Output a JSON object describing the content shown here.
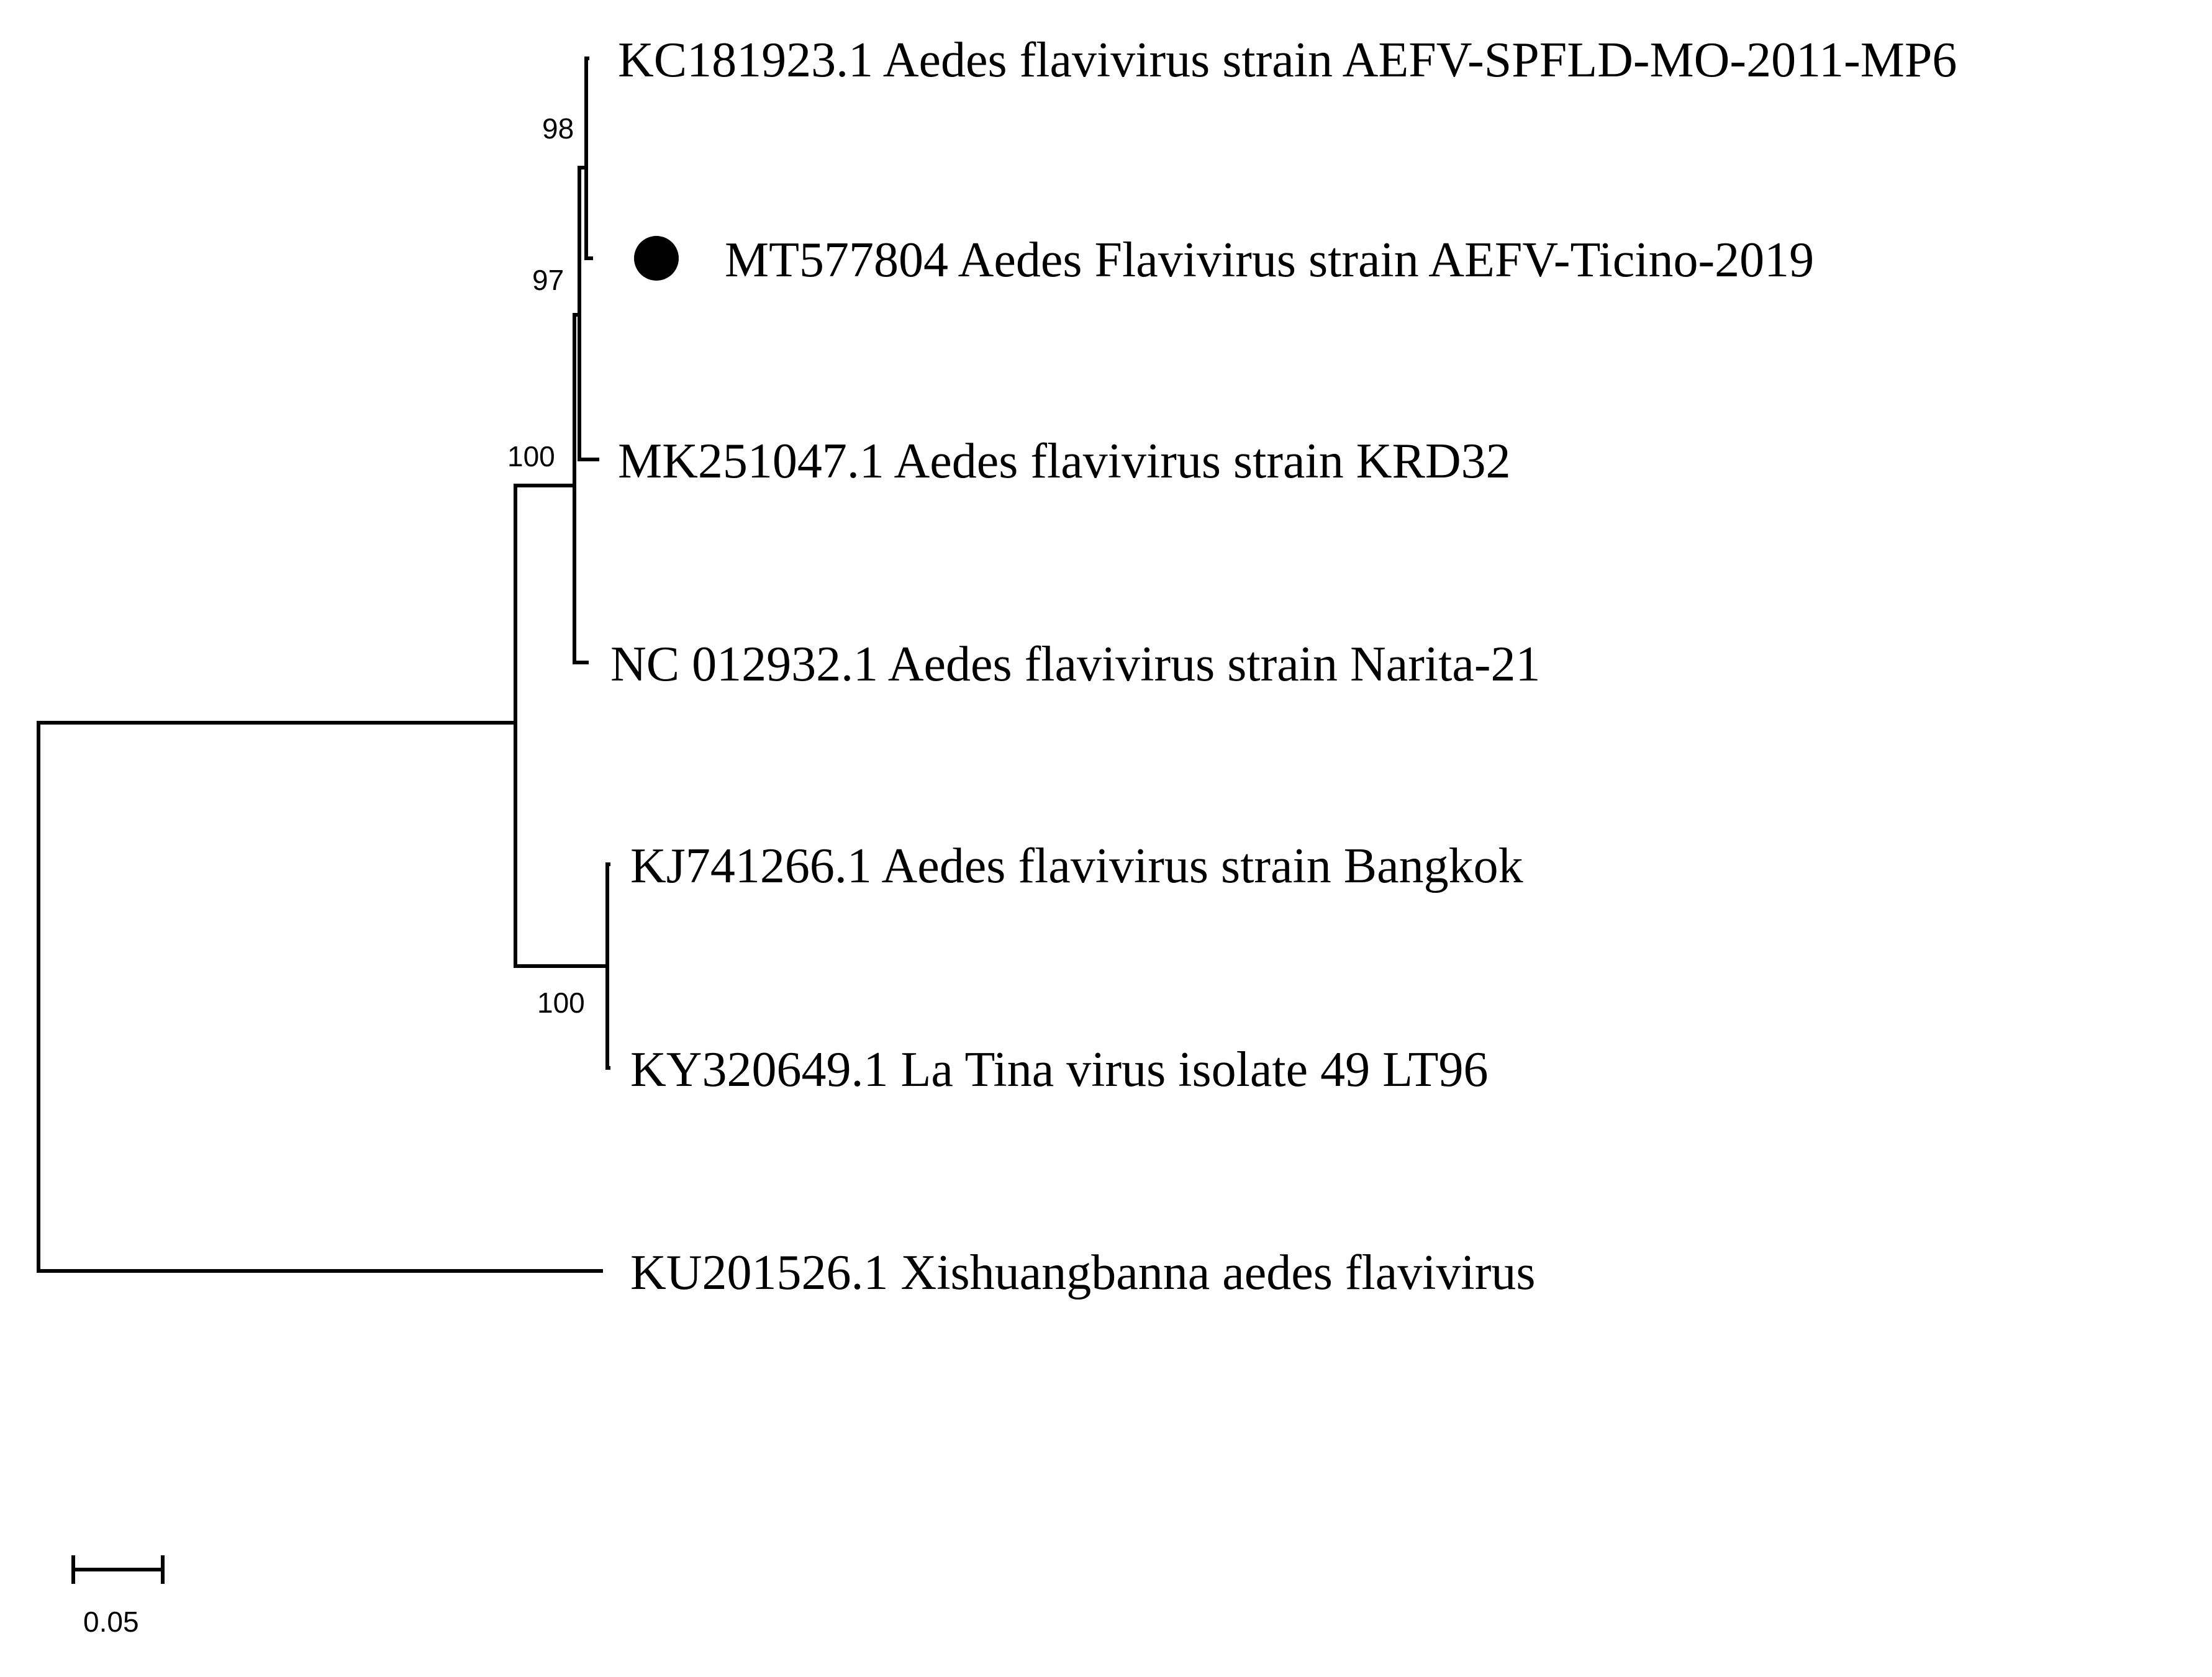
{
  "tree": {
    "taxa": [
      {
        "id": "kc181923",
        "label": "KC181923.1 Aedes flavivirus strain AEFV-SPFLD-MO-2011-MP6",
        "marked": false
      },
      {
        "id": "mt577804",
        "label": "MT577804 Aedes Flavivirus strain AEFV-Ticino-2019",
        "marked": true
      },
      {
        "id": "mk251047",
        "label": "MK251047.1 Aedes flavivirus strain KRD32",
        "marked": false
      },
      {
        "id": "nc012932",
        "label": "NC 012932.1 Aedes flavivirus strain Narita-21",
        "marked": false
      },
      {
        "id": "kj741266",
        "label": "KJ741266.1 Aedes flavivirus strain Bangkok",
        "marked": false
      },
      {
        "id": "ky320649",
        "label": "KY320649.1 La Tina virus isolate 49 LT96",
        "marked": false
      },
      {
        "id": "ku201526",
        "label": "KU201526.1 Xishuangbanna aedes flavivirus",
        "marked": false
      }
    ],
    "bootstrap": {
      "node_kc_mt": "98",
      "node_kc_mt_mk": "97",
      "node_aedes_clade": "100",
      "node_bangkok_latina": "100"
    },
    "scale_bar": {
      "value": 0.05,
      "label": "0.05"
    },
    "marker_color": "#000000"
  }
}
